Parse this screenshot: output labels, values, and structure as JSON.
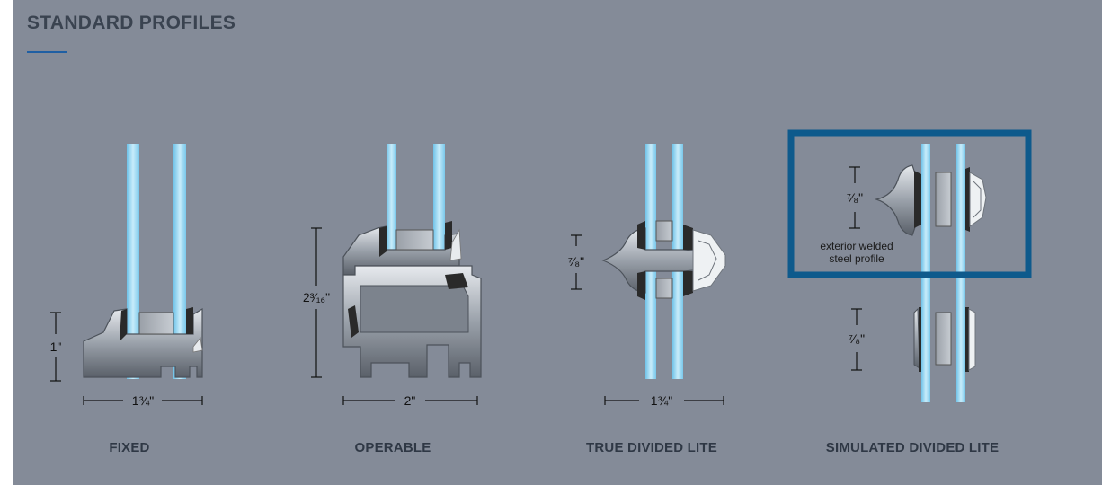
{
  "header": {
    "title": "STANDARD PROFILES"
  },
  "profiles": [
    {
      "caption": "FIXED",
      "dim_width": "1¾\"",
      "dim_height": "1\""
    },
    {
      "caption": "OPERABLE",
      "dim_width": "2\"",
      "dim_height": "2³⁄₁₆\""
    },
    {
      "caption": "TRUE DIVIDED LITE",
      "dim_width": "1¾\"",
      "dim_height": "⁷⁄₈\""
    },
    {
      "caption": "SIMULATED DIVIDED LITE",
      "dim_height_top": "⁷⁄₈\"",
      "dim_height_bottom": "⁷⁄₈\"",
      "note_line1": "exterior welded",
      "note_line2": "steel profile"
    }
  ],
  "colors": {
    "background": "#848b98",
    "glass": "#8fd0ee",
    "highlight": "#0e5a8c",
    "title": "#3a4350",
    "accent_rule": "#1f5fa3"
  }
}
